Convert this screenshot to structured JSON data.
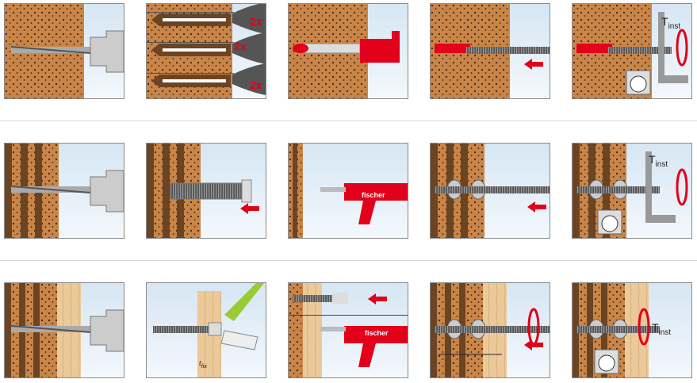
{
  "title": "Installation steps",
  "rows": [
    {
      "name": "solid-masonry",
      "steps": [
        "drill",
        "clean",
        "inject",
        "insert-rod",
        "torque"
      ]
    },
    {
      "name": "perforated-brick",
      "steps": [
        "drill",
        "insert-sleeve",
        "inject",
        "insert-rod",
        "torque"
      ]
    },
    {
      "name": "through-fixture",
      "steps": [
        "drill",
        "cut-sleeve",
        "insert-and-inject",
        "insert-rod",
        "torque"
      ]
    }
  ],
  "labels": {
    "repeat": "2x",
    "torque_symbol": "T",
    "torque_sub": "inst",
    "brand": "fischer",
    "tfix_symbol": "t",
    "tfix_sub": "fix"
  },
  "colors": {
    "brick": "#c98548",
    "wall_brown": "#6b4424",
    "wood": "#ecc999",
    "accent": "#e2001a",
    "sky": "#d6e6f3"
  }
}
